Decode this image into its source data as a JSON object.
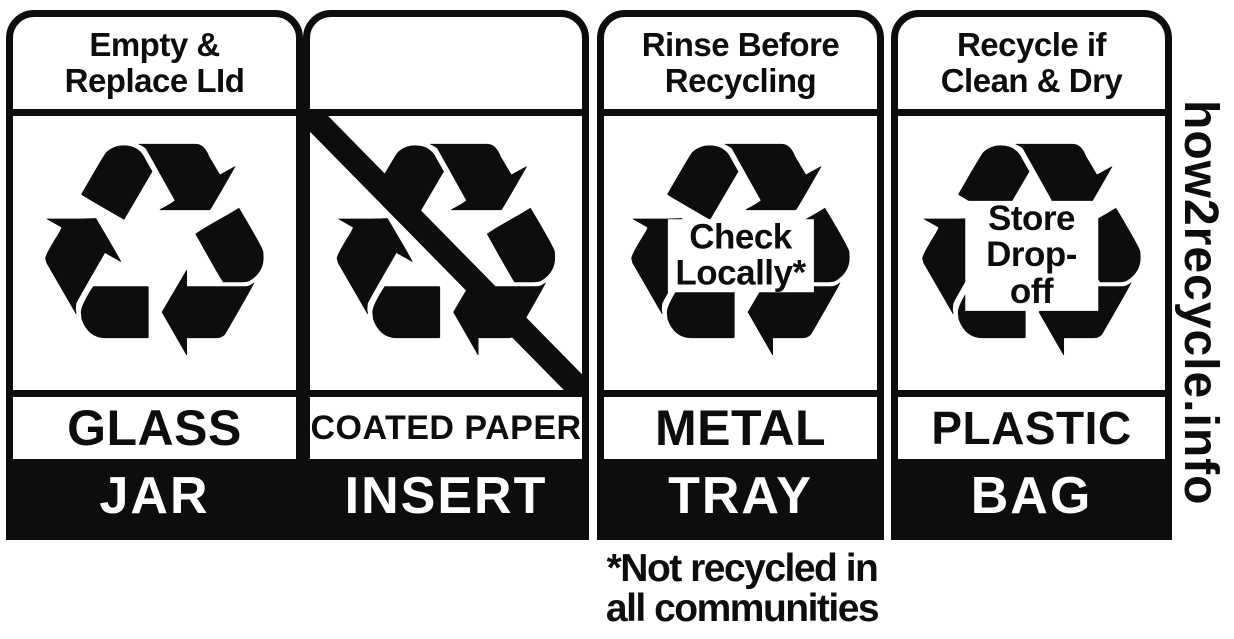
{
  "brand": {
    "website": "how2recycle.info"
  },
  "footnote": "*Not recycled in\nall communities",
  "symbol_char": "♻",
  "colors": {
    "ink": "#0d0d0d",
    "paper": "#ffffff",
    "band_text": "#ffffff"
  },
  "panels": [
    {
      "header": "Empty &\nReplace LId",
      "center_text": "",
      "material": "GLASS",
      "format": "JAR",
      "crossed_out": false
    },
    {
      "header": "",
      "center_text": "",
      "material": "COATED PAPER",
      "format": "INSERT",
      "crossed_out": true
    },
    {
      "header": "Rinse Before\nRecycling",
      "center_text": "Check\nLocally*",
      "material": "METAL",
      "format": "TRAY",
      "crossed_out": false
    },
    {
      "header": "Recycle if\nClean & Dry",
      "center_text": "Store\nDrop-off",
      "material": "PLASTIC",
      "format": "BAG",
      "crossed_out": false
    }
  ]
}
